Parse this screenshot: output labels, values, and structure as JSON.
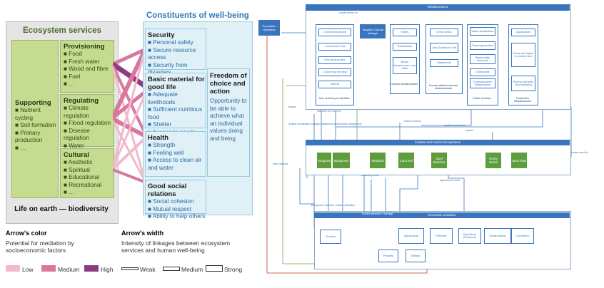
{
  "left": {
    "eco_title": "Ecosystem services",
    "supporting": {
      "title": "Supporting",
      "items": [
        "Nutrient cycling",
        "Soil formation",
        "Primary production",
        "…"
      ]
    },
    "provisioning": {
      "title": "Provisioning",
      "items": [
        "Food",
        "Fresh water",
        "Wood and fibre",
        "Fuel",
        "…"
      ]
    },
    "regulating": {
      "title": "Regulating",
      "items": [
        "Climate regulation",
        "Flood regulation",
        "Disease regulation",
        "Water purification",
        "…"
      ]
    },
    "cultural": {
      "title": "Cultural",
      "items": [
        "Aesthetic",
        "Spiritual",
        "Educational",
        "Recreational",
        "…"
      ]
    },
    "life_on_earth": "Life on earth — biodiversity",
    "wb_title": "Constituents of well-being",
    "security": {
      "title": "Security",
      "items": [
        "Personal safety",
        "Secure resource access",
        "Security from disasters"
      ]
    },
    "basic": {
      "title": "Basic material for good life",
      "items": [
        "Adequate livelihoods",
        "Sufficient nutritious food",
        "Shelter",
        "Access to goods"
      ]
    },
    "health": {
      "title": "Health",
      "items": [
        "Strength",
        "Feeling well",
        "Access to clean air and water"
      ]
    },
    "social": {
      "title": "Good social relations",
      "items": [
        "Social cohesion",
        "Mutual respect",
        "Ability to help others"
      ]
    },
    "freedom": {
      "title": "Freedom of choice and action",
      "text": "Opportunity to be able to achieve what an individual values doing and being"
    },
    "legend": {
      "color_title": "Arrow's color",
      "color_sub": "Potential for mediation by socioeconomic factors",
      "color_items": [
        {
          "label": "Low",
          "color": "#f2b9cb"
        },
        {
          "label": "Medium",
          "color": "#d9779c"
        },
        {
          "label": "High",
          "color": "#8e3b7e"
        }
      ],
      "width_title": "Arrow's width",
      "width_sub": "Intensity of linkages between ecosystem services and human well-being",
      "width_items": [
        "Weak",
        "Medium",
        "Strong"
      ]
    }
  },
  "right": {
    "pop": "Population dynamics",
    "infra": {
      "title": "Infrastructures",
      "create_label": "create needs for",
      "tangible": "Tangible Cultural heritage",
      "sea": {
        "label": "Sea- and Air-port facilities",
        "items": [
          "Commercial Airport",
          "Commercial Port",
          "Port landing sites",
          "Cruise ship terminal",
          "Marina"
        ]
      },
      "tourism": {
        "label": "Tourism infrastructures",
        "items": [
          "Hotels",
          "Restaurants",
          "Beach infrastructure / sea walls"
        ]
      },
      "urban": {
        "label": "Human settlements and infrastructures",
        "items": [
          "Urban areas",
          "Land Transport / rail",
          "Waterfronts"
        ]
      },
      "services": {
        "label": "Public services",
        "items": [
          "Water desalination",
          "Power generation",
          "Waste water treatment",
          "Solid waste",
          "Communication infrastructure"
        ]
      },
      "productive": {
        "label": "Productive infrastructures",
        "items": [
          "Aquaculture",
          "Dams and dykes to reclaim land",
          "Shrimp and palm oil processing"
        ]
      }
    },
    "coastal": {
      "title": "Coastal and marine Ecosystems",
      "items": [
        "Seagrass",
        "Mangroves",
        "Wetlands",
        "Coral reef",
        "Sand Beaches",
        "Rocky shores",
        "Sand Flats"
      ]
    },
    "econ": {
      "title": "Economic activities",
      "attraction": "Tourism attraction / damage",
      "items": [
        "Tourism",
        "Aquaculture",
        "Fisheries",
        "Agriculture (Livestock)",
        "Transportation",
        "Commerce",
        "Property",
        "Military"
      ]
    },
    "labels": {
      "impact": "impact",
      "increase": "increase the need for",
      "reduce": "reduce erosion",
      "spatial": "Spatial competition (usually established close/inside mangroves)",
      "spatial2": "spatial competition",
      "impact2": "impact",
      "uses": "uses marinas",
      "spawning": "spawning areas",
      "agri": "Agricultural runoff",
      "eco_serv": "Ecosystem services, tourism attraction",
      "create_right": "create need for"
    }
  }
}
